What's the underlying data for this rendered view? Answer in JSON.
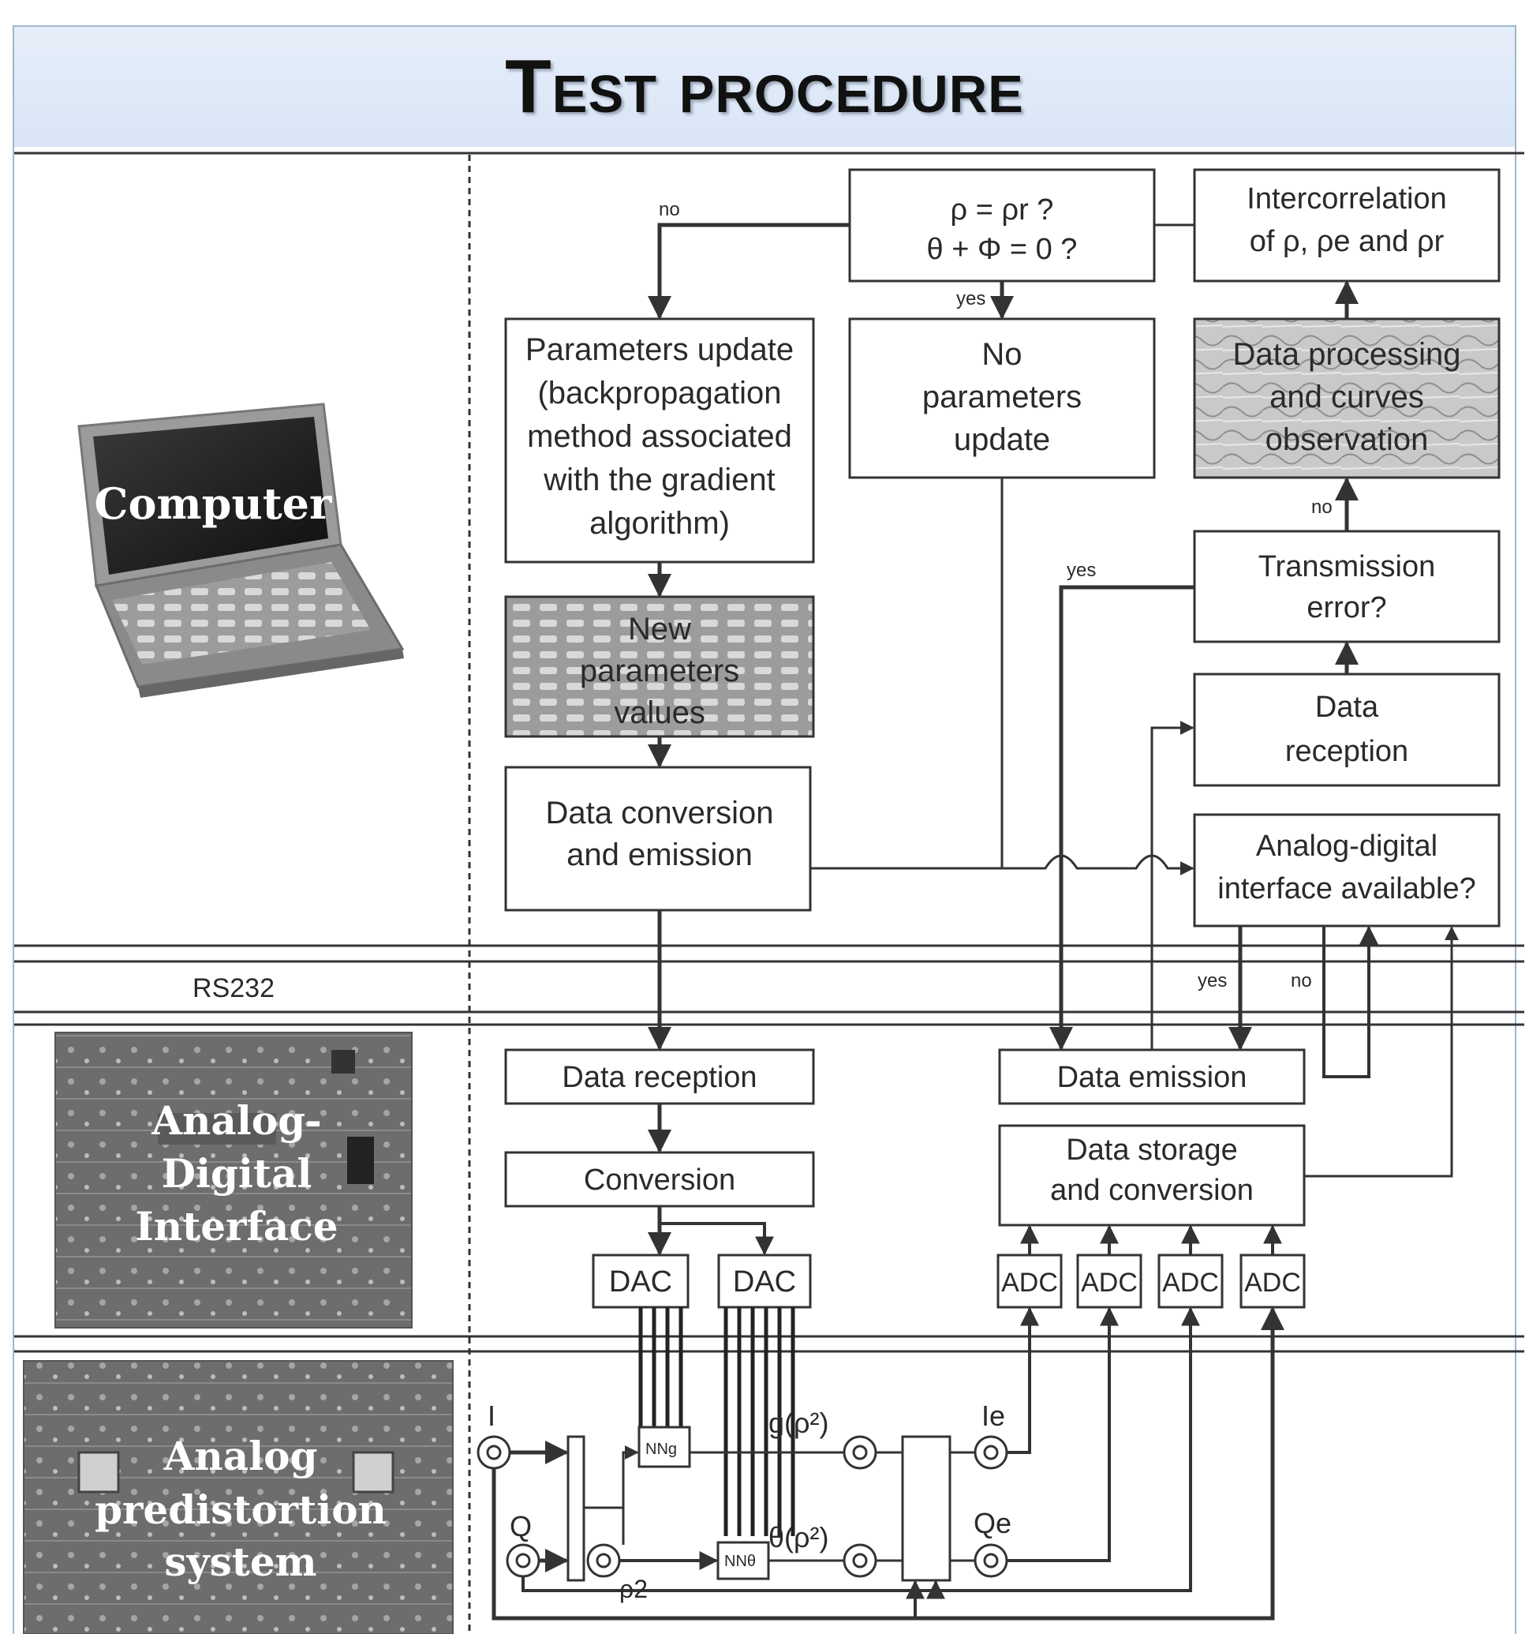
{
  "title": "Test procedure",
  "sections": {
    "computer_label": "Computer",
    "rs232_label": "RS232",
    "interface_label_lines": [
      "Analog-",
      "Digital",
      "Interface"
    ],
    "predistortion_label_lines": [
      "Analog",
      "predistortion",
      "system"
    ]
  },
  "boxes": {
    "condition": [
      "ρ = ρr ?",
      "θ + Φ = 0 ?"
    ],
    "intercorrelation": [
      "Intercorrelation",
      "of ρ, ρe and ρr"
    ],
    "params_update": [
      "Parameters update",
      "(backpropagation",
      "method associated",
      "with the gradient",
      "algorithm)"
    ],
    "no_params_update": [
      "No",
      "parameters",
      "update"
    ],
    "data_processing": [
      "Data processing",
      "and curves",
      "observation"
    ],
    "transmission_error": [
      "Transmission",
      "error?"
    ],
    "new_params": [
      "New",
      "parameters",
      "values"
    ],
    "data_reception_top": [
      "Data",
      "reception"
    ],
    "data_conversion_emission": [
      "Data conversion",
      "and emission"
    ],
    "interface_available": [
      "Analog-digital",
      "interface available?"
    ],
    "data_reception_mid": "Data reception",
    "data_emission": "Data emission",
    "conversion": "Conversion",
    "data_storage": [
      "Data storage",
      "and conversion"
    ],
    "dac": "DAC",
    "adc": "ADC",
    "nng": "NNg",
    "nntheta": "NNθ"
  },
  "edge_labels": {
    "no": "no",
    "yes": "yes"
  },
  "signals": {
    "i": "I",
    "q": "Q",
    "ie": "Ie",
    "qe": "Qe",
    "g_rho": "g(ρ²)",
    "theta_rho": "θ(ρ²)",
    "rho2": "ρ2"
  }
}
